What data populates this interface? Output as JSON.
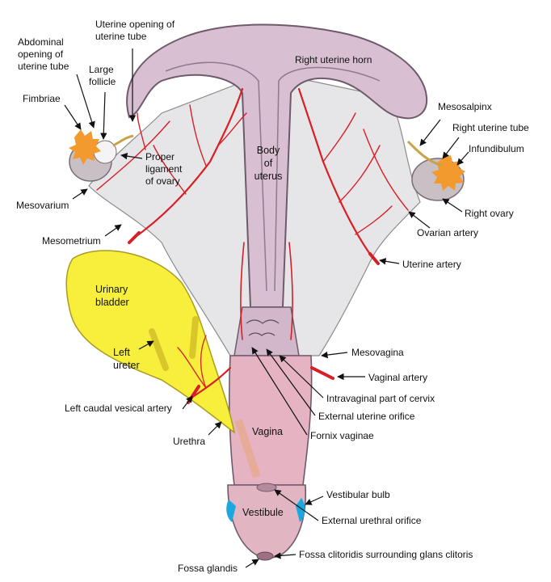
{
  "colors": {
    "uterus_fill": "#d9bfd2",
    "uterus_outline": "#6e5a6b",
    "ligament_fill": "#e6e6e9",
    "vessel": "#d81f26",
    "bladder_fill": "#f7ef3c",
    "ovary_fill": "#c9c0c6",
    "fimbriae_fill": "#f29a2e",
    "vestibular_bulb": "#1ba7e0",
    "vagina_fill": "#e6b3c3"
  },
  "labels": {
    "uterine_opening": [
      "Uterine opening of",
      "uterine tube"
    ],
    "abdominal_opening": [
      "Abdominal",
      "opening of",
      "uterine tube"
    ],
    "large_follicle": [
      "Large",
      "follicle"
    ],
    "fimbriae": "Fimbriae",
    "proper_ligament": [
      "Proper",
      "ligament",
      "of ovary"
    ],
    "mesovarium": "Mesovarium",
    "mesometrium": "Mesometrium",
    "body_of_uterus": [
      "Body",
      "of",
      "uterus"
    ],
    "right_uterine_horn": "Right uterine horn",
    "mesosalpinx": "Mesosalpinx",
    "right_uterine_tube": "Right uterine tube",
    "infundibulum": "Infundibulum",
    "right_ovary": "Right ovary",
    "ovarian_artery": "Ovarian artery",
    "uterine_artery": "Uterine artery",
    "urinary_bladder": [
      "Urinary",
      "bladder"
    ],
    "left_ureter": [
      "Left",
      "ureter"
    ],
    "mesovagina": "Mesovagina",
    "vaginal_artery": "Vaginal artery",
    "intravaginal_cervix": "Intravaginal part of cervix",
    "external_uterine_orifice": "External uterine orifice",
    "left_caudal_vesical_artery": "Left caudal vesical artery",
    "fornix_vaginae": "Fornix vaginae",
    "urethra": "Urethra",
    "vagina": "Vagina",
    "vestibular_bulb": "Vestibular bulb",
    "vestibule": "Vestibule",
    "external_urethral_orifice": "External urethral orifice",
    "fossa_clitoridis": "Fossa clitoridis surrounding glans clitoris",
    "fossa_glandis": "Fossa glandis"
  }
}
